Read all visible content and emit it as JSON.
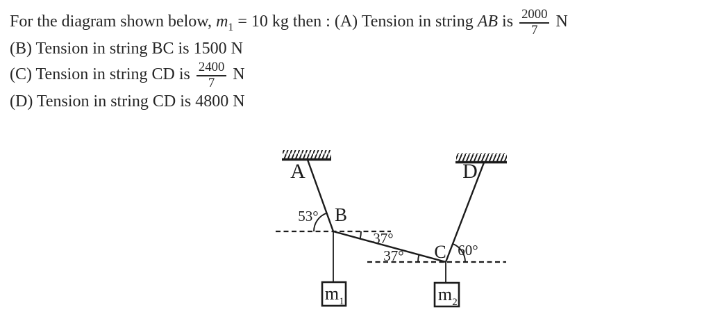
{
  "question": {
    "line1": {
      "prefix": "For the diagram shown below, ",
      "var": "m",
      "var_sub": "1",
      "mid": " = 10 kg then : (A) Tension in string ",
      "string_name": "AB",
      "is_text": " is ",
      "frac_num": "2000",
      "frac_den": "7",
      "suffix": " N"
    },
    "option_b": "(B) Tension in string BC is 1500 N",
    "option_c": {
      "prefix": "(C) Tension in string CD is ",
      "frac_num": "2400",
      "frac_den": "7",
      "suffix": " N"
    },
    "option_d": "(D) Tension in string CD is 4800 N"
  },
  "diagram": {
    "labels": {
      "point_a": "A",
      "point_b": "B",
      "point_c": "C",
      "point_d": "D",
      "angle_ab": "53°",
      "angle_bc_at_b": "37°",
      "angle_bc_at_c": "37°",
      "angle_cd": "60°",
      "mass1": "m",
      "mass1_sub": "1",
      "mass2": "m",
      "mass2_sub": "2"
    },
    "colors": {
      "ink": "#1b1b1b",
      "text": "#262626",
      "background": "#ffffff"
    }
  }
}
